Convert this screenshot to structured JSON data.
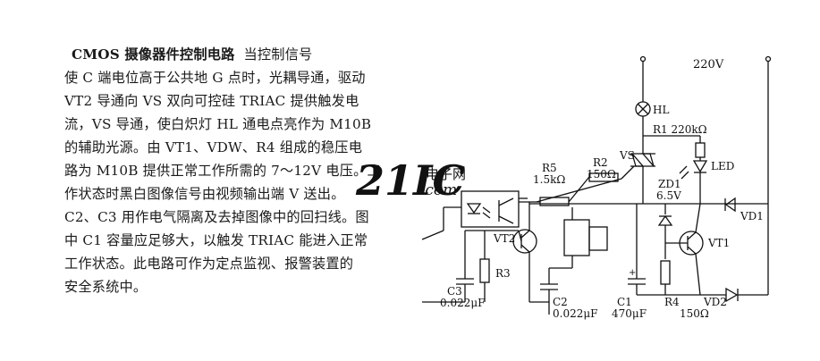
{
  "article": {
    "title": "CMOS 摄像器件控制电路",
    "lines": [
      "当控制信号",
      "使 C 端电位高于公共地 G 点时，光耦导通，驱动",
      "VT2 导通向 VS 双向可控硅 TRIAC 提供触发电",
      "流，VS 导通，使白炽灯 HL 通电点亮作为 M10B",
      "的辅助光源。由 VT1、VDW、R4 组成的稳压电",
      "路为 M10B 提供正常工作所需的 7～12V 电压。工",
      "作状态时黑白图像信号由视频输出端 V 送出。",
      "C2、C3 用作电气隔离及去掉图像中的回扫线。图",
      "中 C1 容量应足够大，以触发 TRIAC 能进入正常",
      "工作状态。此电路可作为定点监视、报警装置的",
      "安全系统中。"
    ]
  },
  "circuit": {
    "labels": {
      "supply": "220V",
      "lamp": "HL",
      "r1": "R1 220kΩ",
      "vs": "VS",
      "led": "LED",
      "r5_name": "R5",
      "r5_value": "1.5kΩ",
      "r2_name": "R2",
      "r2_value": "150Ω",
      "zd1_name": "ZD1",
      "zd1_value": "6.5V",
      "vd1": "VD1",
      "vt2": "VT2",
      "vt1": "VT1",
      "r3": "R3",
      "c3_name": "C3",
      "c3_value": "0.022μF",
      "c2_name": "C2",
      "c2_value": "0.022μF",
      "c1_name": "C1",
      "c1_value": "470μF",
      "r4": "R4",
      "r4_value": "150Ω",
      "vd2": "VD2",
      "plus": "+"
    }
  },
  "watermark": {
    "logo": "21IC",
    "cn": "电子网",
    "dotcom": ".com"
  },
  "colors": {
    "ink": "#111111",
    "watermark": "#e9a9a9"
  }
}
